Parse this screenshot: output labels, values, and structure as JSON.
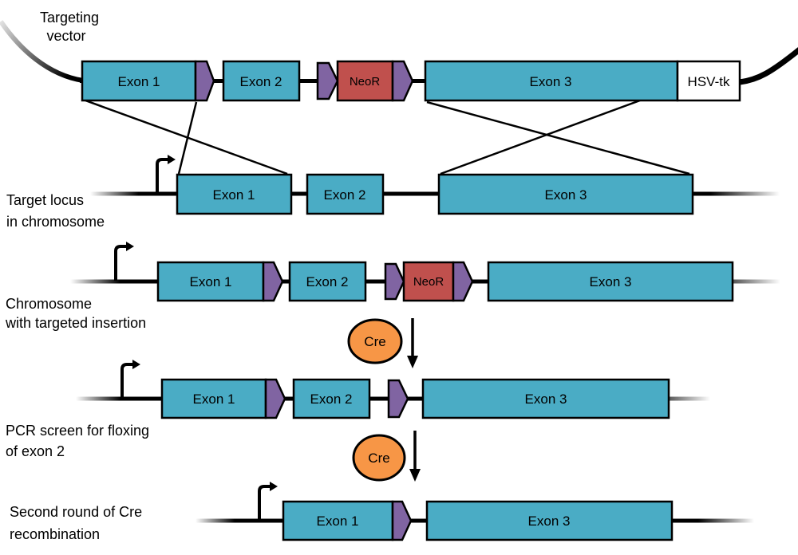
{
  "colors": {
    "exon_fill": "#4AACC5",
    "loxp_fill": "#8064A2",
    "neor_fill": "#C0504D",
    "cre_fill": "#F79646",
    "hsvtk_fill": "#FFFFFF",
    "line_color": "#000000",
    "text_color": "#000000"
  },
  "rows": [
    {
      "id": "targeting-vector",
      "label_lines": [
        "Targeting",
        "vector"
      ],
      "elements": {
        "exon1": "Exon 1",
        "exon2": "Exon 2",
        "neor": "NeoR",
        "exon3": "Exon 3",
        "hsvtk": "HSV-tk"
      }
    },
    {
      "id": "target-locus",
      "label_lines": [
        "Target locus",
        "in chromosome"
      ],
      "elements": {
        "exon1": "Exon 1",
        "exon2": "Exon 2",
        "exon3": "Exon 3"
      }
    },
    {
      "id": "targeted-insertion",
      "label_lines": [
        "Chromosome",
        "with targeted insertion"
      ],
      "elements": {
        "exon1": "Exon 1",
        "exon2": "Exon 2",
        "neor": "NeoR",
        "exon3": "Exon 3"
      }
    },
    {
      "id": "pcr-screen",
      "label_lines": [
        "PCR screen for floxing",
        "of exon 2"
      ],
      "elements": {
        "exon1": "Exon 1",
        "exon2": "Exon 2",
        "exon3": "Exon 3"
      }
    },
    {
      "id": "second-round-cre",
      "label_lines": [
        "Second round of Cre",
        "recombination"
      ],
      "elements": {
        "exon1": "Exon 1",
        "exon3": "Exon 3"
      }
    }
  ],
  "cre": {
    "label": "Cre"
  },
  "icons": {
    "loxp": "loxp-site-arrow",
    "promoter": "promoter-arrow",
    "cre_action": "down-arrow",
    "recombination": "crossover-lines"
  }
}
